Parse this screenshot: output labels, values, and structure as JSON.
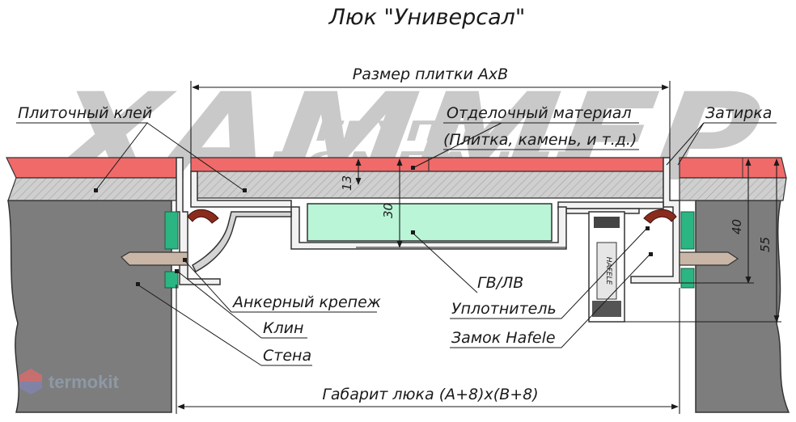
{
  "title": "Люк \"Универсал\"",
  "watermark": {
    "main": "ХАММЕР",
    "line2": "ГРУППА",
    "line3": "КОМПАНИЙ"
  },
  "brand": {
    "name": "termokit"
  },
  "labels": {
    "tile_size": "Размер плитки АхВ",
    "tile_adhesive": "Плиточный клей",
    "finishing_material": "Отделочный материал",
    "finishing_material_examples": "(Плитка, камень, и т.д.)",
    "grout": "Затирка",
    "gypsum_board": "ГВ/ЛВ",
    "anchor": "Анкерный крепеж",
    "seal": "Уплотнитель",
    "wedge": "Клин",
    "lock": "Замок Hafele",
    "wall": "Стена",
    "hatch_size": "Габарит люка (A+8)x(B+8)"
  },
  "dimensions": {
    "d13": "13",
    "d30": "30",
    "d40": "40",
    "d55": "55"
  },
  "lock_marking": "HAFELE",
  "colors": {
    "tile": "#f06a6a",
    "adhesive": "#c8c8c8",
    "wall": "#7d7d7d",
    "gypsum": "#b9f5d6",
    "seal": "#2bb583",
    "rubber": "#8b2b1d"
  }
}
